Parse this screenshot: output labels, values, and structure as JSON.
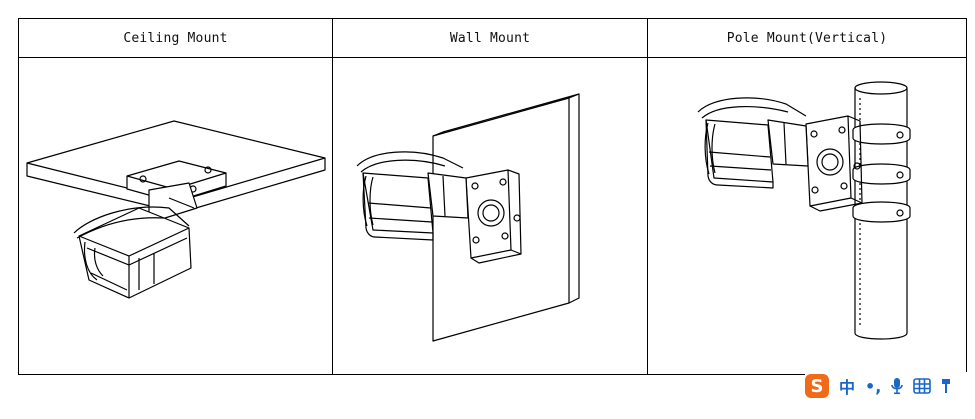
{
  "table": {
    "headers": [
      "Ceiling Mount",
      "Wall Mount",
      "Pole Mount(Vertical)"
    ]
  },
  "ime_toolbar": {
    "logo": "S",
    "language_label": "中",
    "punctuation_label": "•,",
    "icons": [
      "sogou-logo-icon",
      "punctuation-icon",
      "microphone-icon",
      "keyboard-icon",
      "toolbar-more-icon"
    ]
  }
}
